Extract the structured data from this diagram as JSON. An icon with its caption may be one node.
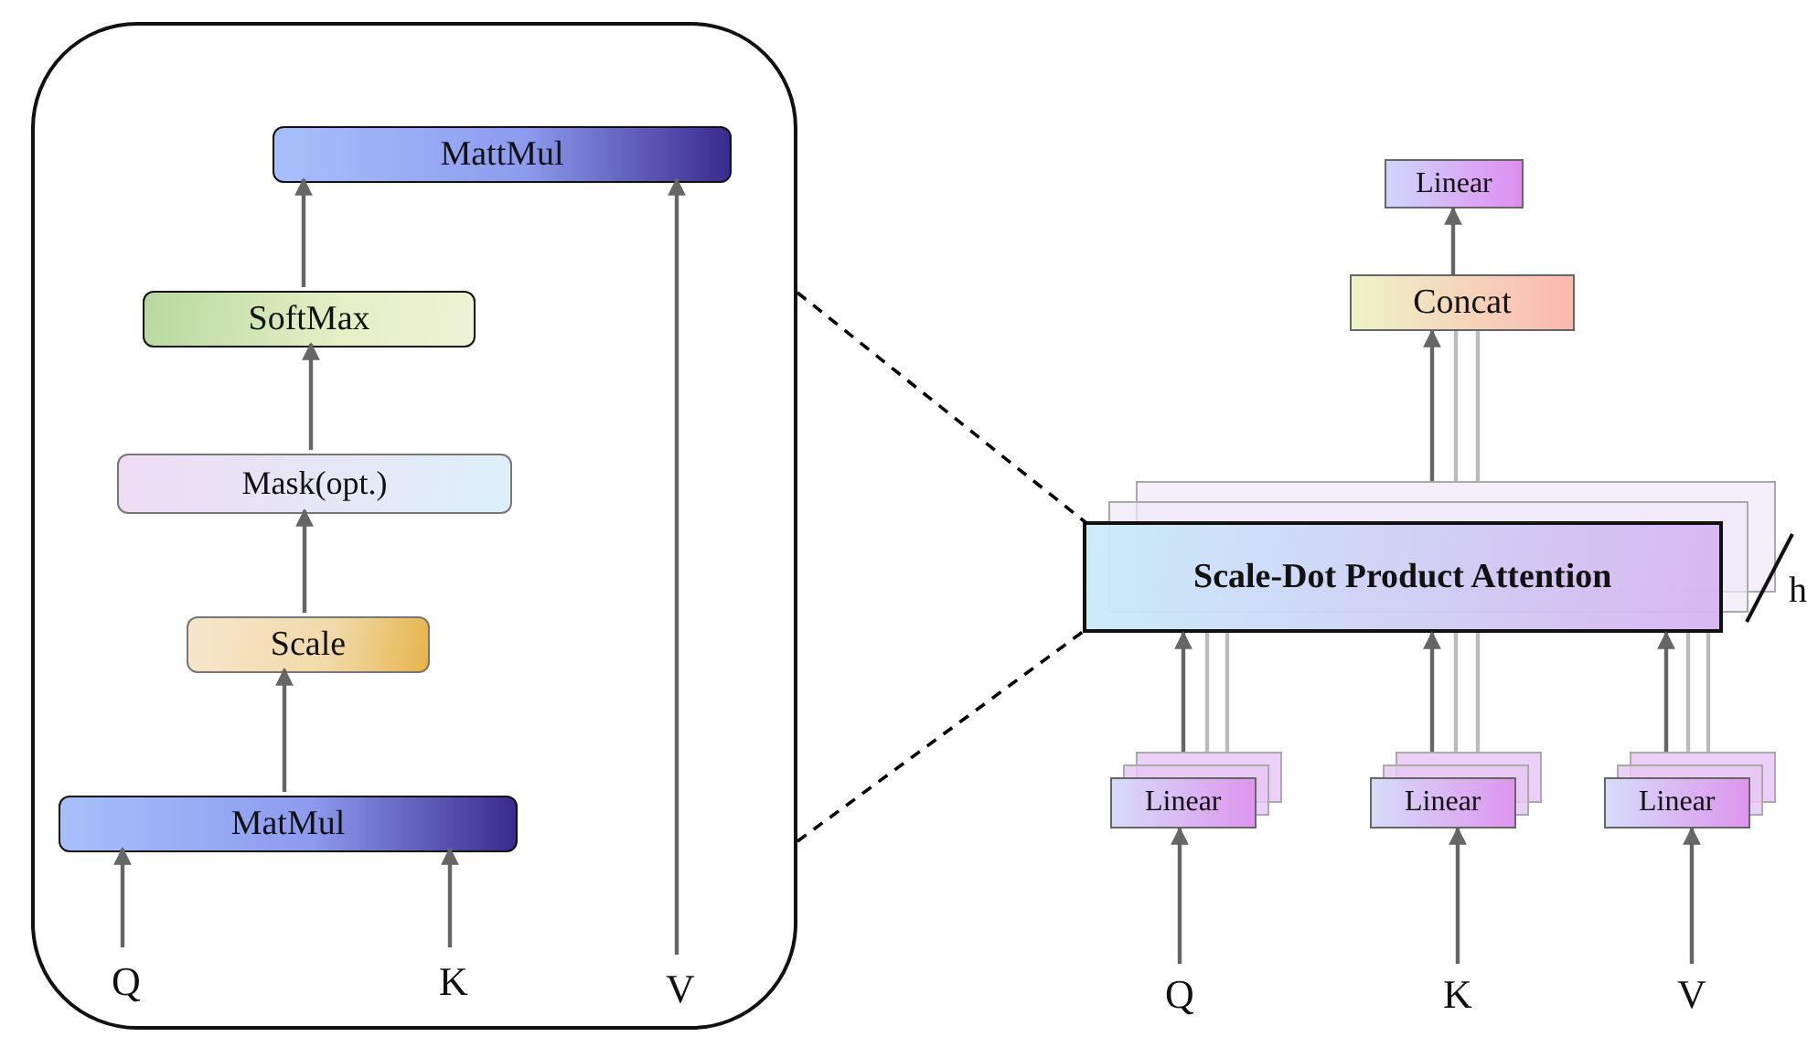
{
  "diagram": {
    "nodes": [
      {
        "text": [],
        "shape": "box"
      },
      {
        "text": [
          "MattMul"
        ],
        "in": 0
      },
      {
        "text": [
          "SoftMax"
        ],
        "in": 0
      },
      {
        "text": [
          "Mask(opt.)"
        ],
        "in": 0
      },
      {
        "text": [
          "Scale"
        ],
        "in": 0
      },
      {
        "text": [
          "MatMul"
        ],
        "in": 0
      },
      {
        "text": [
          "Q"
        ],
        "in": 0
      },
      {
        "text": [
          "K"
        ],
        "in": 0
      },
      {
        "text": [
          "V"
        ],
        "in": 0
      },
      {
        "text": [
          "Linear"
        ]
      },
      {
        "text": [
          "Concat"
        ]
      },
      {
        "text": [
          "Scale-Dot Product Attention"
        ]
      },
      {
        "text": [
          "Linear"
        ]
      },
      {
        "text": [
          "Linear"
        ]
      },
      {
        "text": [
          "Linear"
        ]
      },
      {
        "text": [
          "Q"
        ]
      },
      {
        "text": [
          "K"
        ]
      },
      {
        "text": [
          "V"
        ]
      }
    ],
    "edges": [
      {
        "from": 6,
        "to": 5,
        "arrow": "to"
      },
      {
        "from": 7,
        "to": 5,
        "arrow": "to"
      },
      {
        "from": 5,
        "to": 4,
        "arrow": "to"
      },
      {
        "from": 4,
        "to": 3,
        "arrow": "to"
      },
      {
        "from": 3,
        "to": 2,
        "arrow": "to"
      },
      {
        "from": 2,
        "to": 1,
        "arrow": "to"
      },
      {
        "from": 8,
        "to": 1,
        "arrow": "to"
      },
      {
        "from": 15,
        "to": 12,
        "arrow": "to"
      },
      {
        "from": 16,
        "to": 13,
        "arrow": "to"
      },
      {
        "from": 17,
        "to": 14,
        "arrow": "to"
      },
      {
        "from": 12,
        "to": 11,
        "arrow": "to"
      },
      {
        "from": 13,
        "to": 11,
        "arrow": "to"
      },
      {
        "from": 14,
        "to": 11,
        "arrow": "to"
      },
      {
        "from": 11,
        "to": 10,
        "arrow": "to"
      },
      {
        "from": 10,
        "to": 9,
        "arrow": "to"
      },
      {
        "from": 0,
        "to": 11,
        "arrow": "none",
        "style": "dashed",
        "color": "#000000"
      },
      {
        "from": 0,
        "to": 11,
        "arrow": "none",
        "style": "dashed",
        "color": "#000000"
      },
      {
        "from": 12,
        "to": 11,
        "arrow": "none",
        "color": "#bbbbbb"
      },
      {
        "from": 12,
        "to": 11,
        "arrow": "none",
        "color": "#bbbbbb"
      },
      {
        "from": 13,
        "to": 11,
        "arrow": "none",
        "color": "#bbbbbb"
      },
      {
        "from": 13,
        "to": 11,
        "arrow": "none",
        "color": "#bbbbbb"
      },
      {
        "from": 14,
        "to": 11,
        "arrow": "none",
        "color": "#bbbbbb"
      },
      {
        "from": 14,
        "to": 11,
        "arrow": "none",
        "color": "#bbbbbb"
      },
      {
        "from": 11,
        "to": 10,
        "arrow": "none",
        "color": "#bbbbbb"
      },
      {
        "from": 11,
        "to": 10,
        "arrow": "none",
        "color": "#bbbbbb"
      }
    ],
    "labels": [
      "h"
    ]
  }
}
